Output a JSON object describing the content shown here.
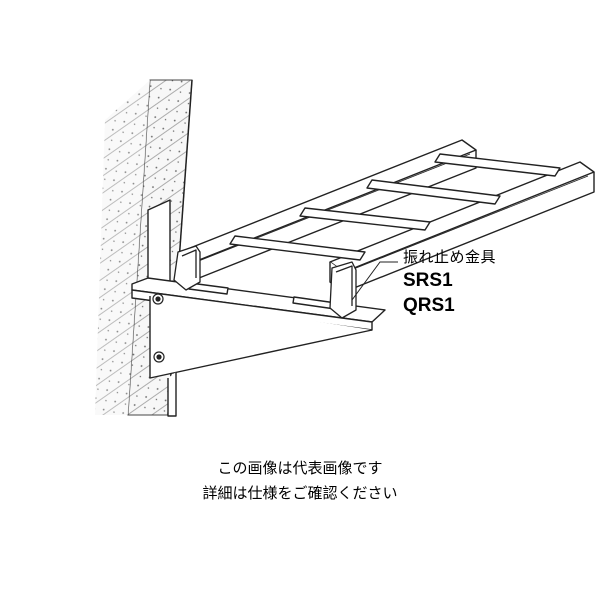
{
  "callout": {
    "label": "振れ止め金具",
    "codes": [
      "SRS1",
      "QRS1"
    ]
  },
  "notice": {
    "line1": "この画像は代表画像です",
    "line2": "詳細は仕様をご確認ください"
  },
  "colors": {
    "stroke": "#222222",
    "wall_fill": "#f4f4f4",
    "background": "#ffffff"
  },
  "icons": [
    "bolt-icon",
    "bracket-icon",
    "clamp-icon"
  ]
}
